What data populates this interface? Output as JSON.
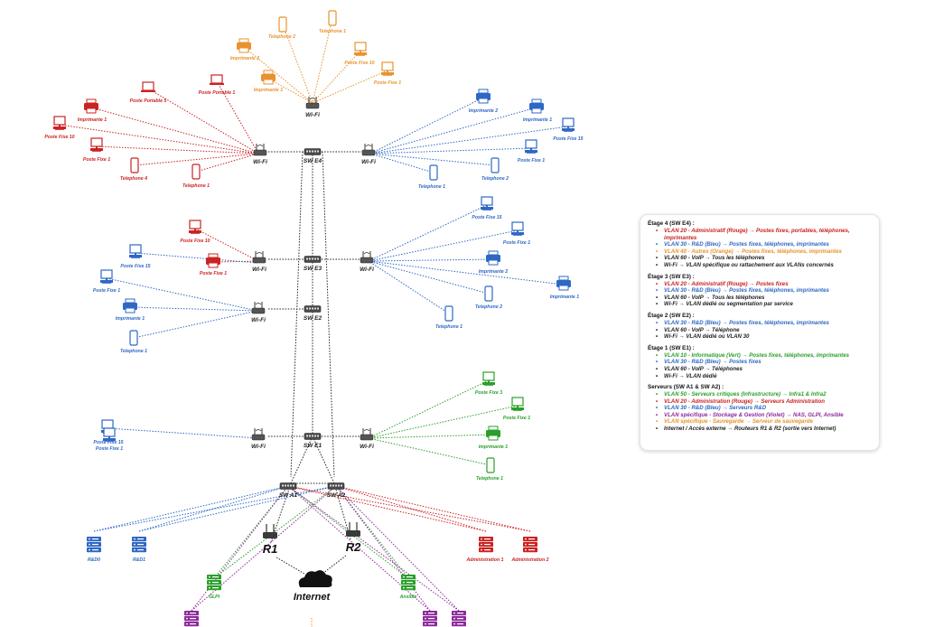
{
  "colors": {
    "red": "#cc2222",
    "blue": "#2e68c4",
    "orange": "#e8922e",
    "green": "#2aa02a",
    "purple": "#8e2a9c",
    "dark": "#222222"
  },
  "switches": {
    "e4": "SW E4",
    "e3": "SW E3",
    "e2": "SW E2",
    "e1": "SW E1",
    "a1": "SW A1",
    "a2": "SW A2"
  },
  "wifi_label": "Wi-Fi",
  "routers": {
    "r1": "R1",
    "r2": "R2"
  },
  "internet_label": "Internet",
  "devices": {
    "e4_orange": [
      "Telephone 2",
      "Telephone 1",
      "Imprimante 2",
      "Poste Fixe 10",
      "Imprimante 1",
      "Poste Fixe 1"
    ],
    "e4_red": [
      "Poste Portable 5",
      "Poste Portable 1",
      "Imprimante 1",
      "Poste Fixe 10",
      "Poste Fixe 1",
      "Telephone 4",
      "Telephone 1"
    ],
    "e4_blue": [
      "Imprimante 2",
      "Imprimante 1",
      "Imprimante 1",
      "Poste Fixe 15",
      "Poste Fixe 1",
      "Telephone 2",
      "Telephone 1"
    ],
    "e3_red": [
      "Poste Fixe 10",
      "Poste Fixe 1"
    ],
    "e3_blue_left": [
      "Poste Fixe 15",
      "Poste Fixe 1",
      "Imprimante 1",
      "Telephone 1"
    ],
    "e3_blue_right": [
      "Poste Fixe 15",
      "Poste Fixe 1",
      "Imprimante 2",
      "Imprimante 1",
      "Telephone 2",
      "Telephone 1"
    ],
    "e1_blue": [
      "Poste Fixe 15",
      "Poste Fixe 1"
    ],
    "e1_green": [
      "Poste Fixe 3",
      "Poste Fixe 1",
      "Imprimante 1",
      "Telephone 1"
    ],
    "servers": [
      "R&D0",
      "R&D1",
      "GLPI",
      "Ansible",
      "Administration 1",
      "Administration 2"
    ]
  },
  "legend": [
    {
      "title": "Étage 4 (SW E4) :",
      "items": [
        {
          "text": "VLAN 20 - Administratif (Rouge) → Postes fixes, portables, téléphones, imprimantes",
          "color": "#cc2222"
        },
        {
          "text": "VLAN 30 - R&D (Bleu) → Postes fixes, téléphones, imprimantes",
          "color": "#2e68c4"
        },
        {
          "text": "VLAN 40 - Autres (Orange) → Postes fixes, téléphones, imprimantes",
          "color": "#e8922e"
        },
        {
          "text": "VLAN 60 - VoIP → Tous les téléphones",
          "color": "#222222"
        },
        {
          "text": "Wi-Fi → VLAN spécifique ou rattachement aux VLANs concernés",
          "color": "#222222"
        }
      ]
    },
    {
      "title": "Étage 3 (SW E3) :",
      "items": [
        {
          "text": "VLAN 20 - Administratif (Rouge) → Postes fixes",
          "color": "#cc2222"
        },
        {
          "text": "VLAN 30 - R&D (Bleu) → Postes fixes, téléphones, imprimantes",
          "color": "#2e68c4"
        },
        {
          "text": "VLAN 60 - VoIP → Tous les téléphones",
          "color": "#222222"
        },
        {
          "text": "Wi-Fi → VLAN dédié ou segmentation par service",
          "color": "#222222"
        }
      ]
    },
    {
      "title": "Étage 2 (SW E2) :",
      "items": [
        {
          "text": "VLAN 30 - R&D (Bleu) → Postes fixes, téléphones, imprimantes",
          "color": "#2e68c4"
        },
        {
          "text": "VLAN 60 - VoIP → Téléphone",
          "color": "#222222"
        },
        {
          "text": "Wi-Fi → VLAN dédié ou VLAN 30",
          "color": "#222222"
        }
      ]
    },
    {
      "title": "Étage 1 (SW E1) :",
      "items": [
        {
          "text": "VLAN 10 - Informatique (Vert) → Postes fixes, téléphones, imprimantes",
          "color": "#2aa02a"
        },
        {
          "text": "VLAN 30 - R&D (Bleu) → Postes fixes",
          "color": "#2e68c4"
        },
        {
          "text": "VLAN 60 - VoIP → Téléphones",
          "color": "#222222"
        },
        {
          "text": "Wi-Fi → VLAN dédié",
          "color": "#222222"
        }
      ]
    },
    {
      "title": "Serveurs (SW A1 & SW A2) :",
      "items": [
        {
          "text": "VLAN 50 - Serveurs critiques (Infrastructure) → Infra1 & Infra2",
          "color": "#2aa02a"
        },
        {
          "text": "VLAN 20 - Administration (Rouge) → Serveurs Administration",
          "color": "#cc2222"
        },
        {
          "text": "VLAN 30 - R&D (Bleu) → Serveurs R&D",
          "color": "#2e68c4"
        },
        {
          "text": "VLAN spécifique - Stockage & Gestion (Violet) → NAS, GLPI, Ansible",
          "color": "#8e2a9c"
        },
        {
          "text": "VLAN spécifique - Sauvegarde → Serveur de sauvegarde",
          "color": "#e8922e"
        },
        {
          "text": "Internet / Accès externe → Routeurs R1 & R2 (sortie vers Internet)",
          "color": "#222222"
        }
      ]
    }
  ]
}
